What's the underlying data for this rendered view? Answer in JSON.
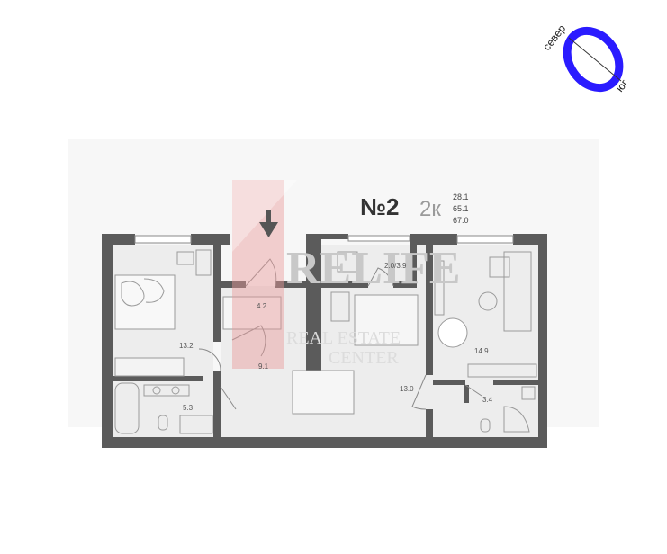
{
  "compass": {
    "north_label": "север",
    "south_label": "юг",
    "ring_color": "#2a1bff"
  },
  "apartment": {
    "number": "№2",
    "type": "2к",
    "areas": [
      "28.1",
      "65.1",
      "67.0"
    ]
  },
  "rooms": [
    {
      "id": "bedroom",
      "area": "13.2"
    },
    {
      "id": "closet",
      "area": "4.2"
    },
    {
      "id": "hall",
      "area": "9.1"
    },
    {
      "id": "balcony",
      "area": "2.0/3.9"
    },
    {
      "id": "kitchen-living",
      "area": "13.0"
    },
    {
      "id": "room",
      "area": "14.9"
    },
    {
      "id": "bathroom",
      "area": "5.3"
    },
    {
      "id": "toilet",
      "area": "3.4"
    }
  ],
  "watermark": {
    "word": "RELIFE",
    "line1": "REAL ESTATE",
    "line2": "CENTER",
    "color": "#e89a9a"
  },
  "colors": {
    "wall": "#5b5b5b",
    "floor": "#f0f0f0",
    "furniture": "#d9d9d9",
    "entry_arrow": "#555555"
  }
}
